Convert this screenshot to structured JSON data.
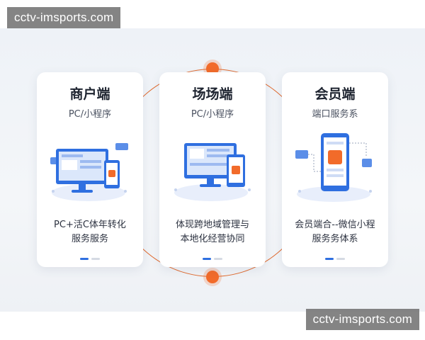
{
  "watermark": {
    "top": "cctv-imsports.com",
    "bottom": "cctv-imsports.com"
  },
  "colors": {
    "accent": "#f26b2a",
    "brand_blue": "#2f6fe0",
    "ring": "#e0692c"
  },
  "cards": [
    {
      "title": "商户端",
      "subtitle": "PC/小程序",
      "desc_line1": "PC+活C体年转化",
      "desc_line2": "服务服务",
      "illustration": "desktop-and-phone-icon"
    },
    {
      "title": "场场端",
      "subtitle": "PC/小程序",
      "desc_line1": "体现跨地域管理与",
      "desc_line2": "本地化经营协同",
      "illustration": "desktop-and-phone-icon"
    },
    {
      "title": "会员端",
      "subtitle": "端口服务系",
      "desc_line1": "会员端合--微信小程",
      "desc_line2": "服务务体系",
      "illustration": "mobile-phone-icon"
    }
  ]
}
